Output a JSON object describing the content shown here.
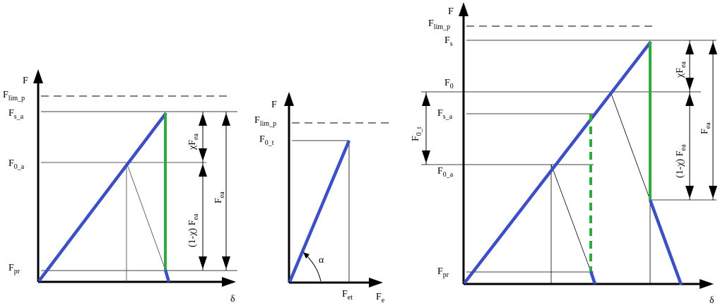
{
  "colors": {
    "force_line": "#3d4fc4",
    "force_change": "#2eaa3e",
    "lines": "#000000"
  },
  "panel1": {
    "axis_y": "F",
    "axis_x": "δ",
    "f_lim_p": {
      "main": "F",
      "sub": "lim_p"
    },
    "f_s_a": {
      "main": "F",
      "sub": "s_a"
    },
    "f_0_a": {
      "main": "F",
      "sub": "0_a"
    },
    "f_pr": {
      "main": "F",
      "sub": "pr"
    },
    "chi_fea": {
      "main": "χF",
      "sub": "ea"
    },
    "one_minus_chi_fea": {
      "main": "(1-χ) F",
      "sub": "ea"
    },
    "f_ea": {
      "main": "F",
      "sub": "ea"
    }
  },
  "panel2": {
    "axis_y": "F",
    "axis_x": {
      "main": "F",
      "sub": "e"
    },
    "f_lim_p": {
      "main": "F",
      "sub": "lim_p"
    },
    "f_0_t": {
      "main": "F",
      "sub": "0_t"
    },
    "f_et": {
      "main": "F",
      "sub": "et"
    },
    "angle": "α"
  },
  "panel3": {
    "axis_y": "F",
    "axis_x": "δ",
    "f_lim_p": {
      "main": "F",
      "sub": "lim_p"
    },
    "f_s": {
      "main": "F",
      "sub": "s"
    },
    "f_0": {
      "main": "F",
      "sub": "0"
    },
    "f_s_a": {
      "main": "F",
      "sub": "s_a"
    },
    "f_0_a": {
      "main": "F",
      "sub": "0_a"
    },
    "f_pr": {
      "main": "F",
      "sub": "pr"
    },
    "f_0_t": {
      "main": "F",
      "sub": "0_t"
    },
    "chi_fea": {
      "main": "χF",
      "sub": "ea"
    },
    "one_minus_chi_fea": {
      "main": "(1-χ) F",
      "sub": "ea"
    },
    "f_ea": {
      "main": "F",
      "sub": "ea"
    }
  }
}
